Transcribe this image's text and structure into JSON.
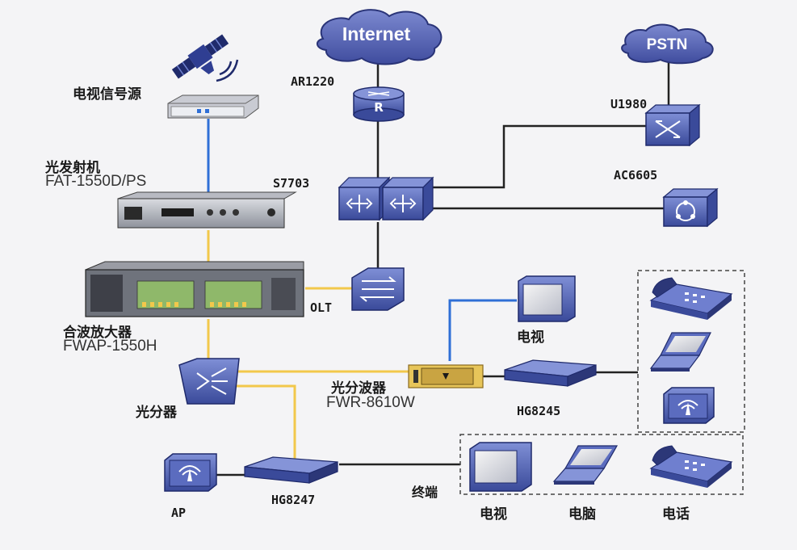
{
  "clouds": {
    "internet": "Internet",
    "pstn": "PSTN"
  },
  "labels": {
    "tv_source": "电视信号源",
    "transmitter": "光发射机",
    "transmitter_model": "FAT-1550D/PS",
    "amplifier": "合波放大器",
    "amplifier_model": "FWAP-1550H",
    "splitter": "光分器",
    "ar1220": "AR1220",
    "s7703": "S7703",
    "u1980": "U1980",
    "ac6605": "AC6605",
    "olt": "OLT",
    "tv_top": "电视",
    "wdm": "光分波器",
    "wdm_model": "FWR-8610W",
    "hg8245": "HG8245",
    "hg8247": "HG8247",
    "ap": "AP",
    "terminal": "终端",
    "tv_bottom": "电视",
    "pc_bottom": "电脑",
    "phone_bottom": "电话"
  },
  "device_marks": {
    "router": "R"
  },
  "colors": {
    "device_blue": "#4a5fb0",
    "device_dark": "#2c3778",
    "cloud_blue": "#5463b8",
    "fiber_yellow": "#f2c84b",
    "coax_blue": "#2f6fd6",
    "ethernet_black": "#222222"
  }
}
